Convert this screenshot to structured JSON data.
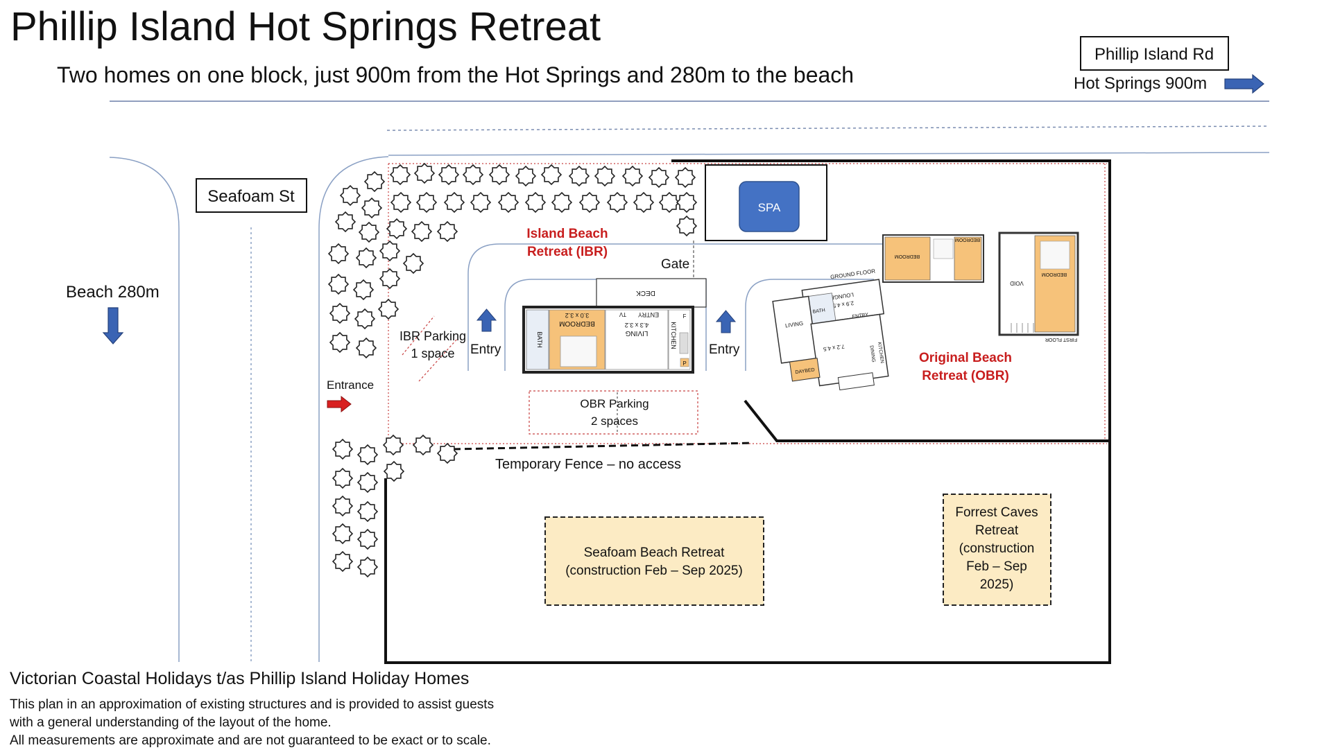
{
  "header": {
    "title": "Phillip Island Hot Springs Retreat",
    "subtitle": "Two homes on one block, just 900m from the Hot Springs and 280m to the beach"
  },
  "roads": {
    "phillip_island_rd": "Phillip Island Rd",
    "hot_springs": "Hot Springs 900m",
    "seafoam_st": "Seafoam St",
    "beach": "Beach 280m"
  },
  "site": {
    "spa": "SPA",
    "gate": "Gate",
    "ibr_label_line1": "Island Beach",
    "ibr_label_line2": "Retreat (IBR)",
    "obr_label_line1": "Original Beach",
    "obr_label_line2": "Retreat (OBR)",
    "ibr_parking_line1": "IBR Parking",
    "ibr_parking_line2": "1 space",
    "entry_left": "Entry",
    "entry_right": "Entry",
    "entrance": "Entrance",
    "obr_parking_line1": "OBR Parking",
    "obr_parking_line2": "2 spaces",
    "temporary_fence": "Temporary Fence – no access"
  },
  "ibr_plan": {
    "deck": "DECK",
    "entry": "ENTRY",
    "bath": "BATH",
    "bedroom": "BEDROOM",
    "bedroom_size": "3.0 x 3.2",
    "living": "LIVING",
    "living_size": "4.3 x 3.2",
    "kitchen": "KITCHEN",
    "tv": "TV",
    "f": "F",
    "p": "P"
  },
  "obr_plan": {
    "ground_floor": "GROUND FLOOR",
    "first_floor": "FIRST FLOOR",
    "bedroom": "BEDROOM",
    "lounge": "LOUNGE",
    "lounge_size": "2.9 x 4.5",
    "living": "LIVING",
    "bath": "BATH",
    "entry": "ENTRY",
    "dining": "DINING",
    "kitchen": "KITCHEN",
    "dayed": "DAYBED",
    "dining_size": "7.2 x 4.5",
    "void": "VOID"
  },
  "construction": {
    "seafoam_line1": "Seafoam Beach Retreat",
    "seafoam_line2": "(construction Feb – Sep 2025)",
    "forrest_line1": "Forrest Caves",
    "forrest_line2": "Retreat",
    "forrest_line3": "(construction",
    "forrest_line4": "Feb – Sep",
    "forrest_line5": "2025)"
  },
  "footer": {
    "company": "Victorian Coastal Holidays t/as Phillip Island Holiday Homes",
    "note_line1": "This plan in an approximation of existing structures and is provided to assist guests",
    "note_line2": "with a general understanding of the layout of the home.",
    "note_line3": "All measurements are approximate and are not guaranteed to be exact or to scale."
  },
  "colors": {
    "arrow_blue": "#3a64b4",
    "arrow_red": "#d82020",
    "spa_blue": "#4472c4",
    "label_red": "#c81e1e",
    "construction_fill": "#fcebc4",
    "room_orange": "#f6c27a"
  }
}
